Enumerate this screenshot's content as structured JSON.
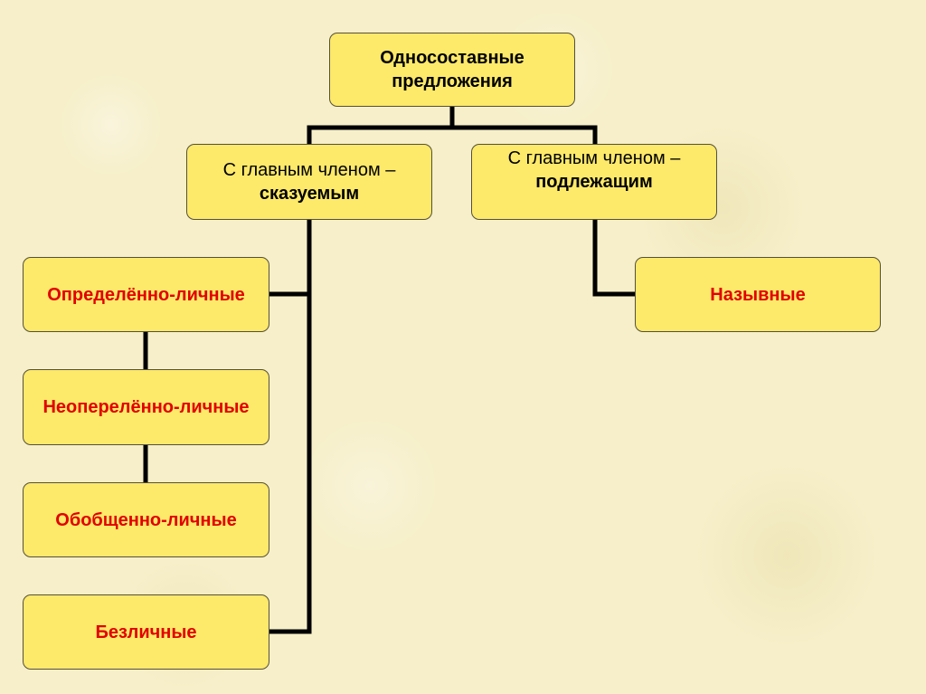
{
  "diagram": {
    "root": {
      "line1": "Односоставные",
      "line2": "предложения"
    },
    "predicate_branch": {
      "line1": "С главным членом –",
      "line2": "сказуемым"
    },
    "subject_branch": {
      "line1": "С главным членом –",
      "line2": "подлежащим"
    },
    "predicate_types": [
      "Определённо-личные",
      "Неоперелённо-личные",
      "Обобщенно-личные",
      "Безличные"
    ],
    "subject_types": [
      "Назывные"
    ]
  },
  "colors": {
    "box_fill": "#fde96a",
    "box_border": "#55503a",
    "connector": "#000000",
    "type_label": "#e10000",
    "background": "#f6efc9"
  }
}
